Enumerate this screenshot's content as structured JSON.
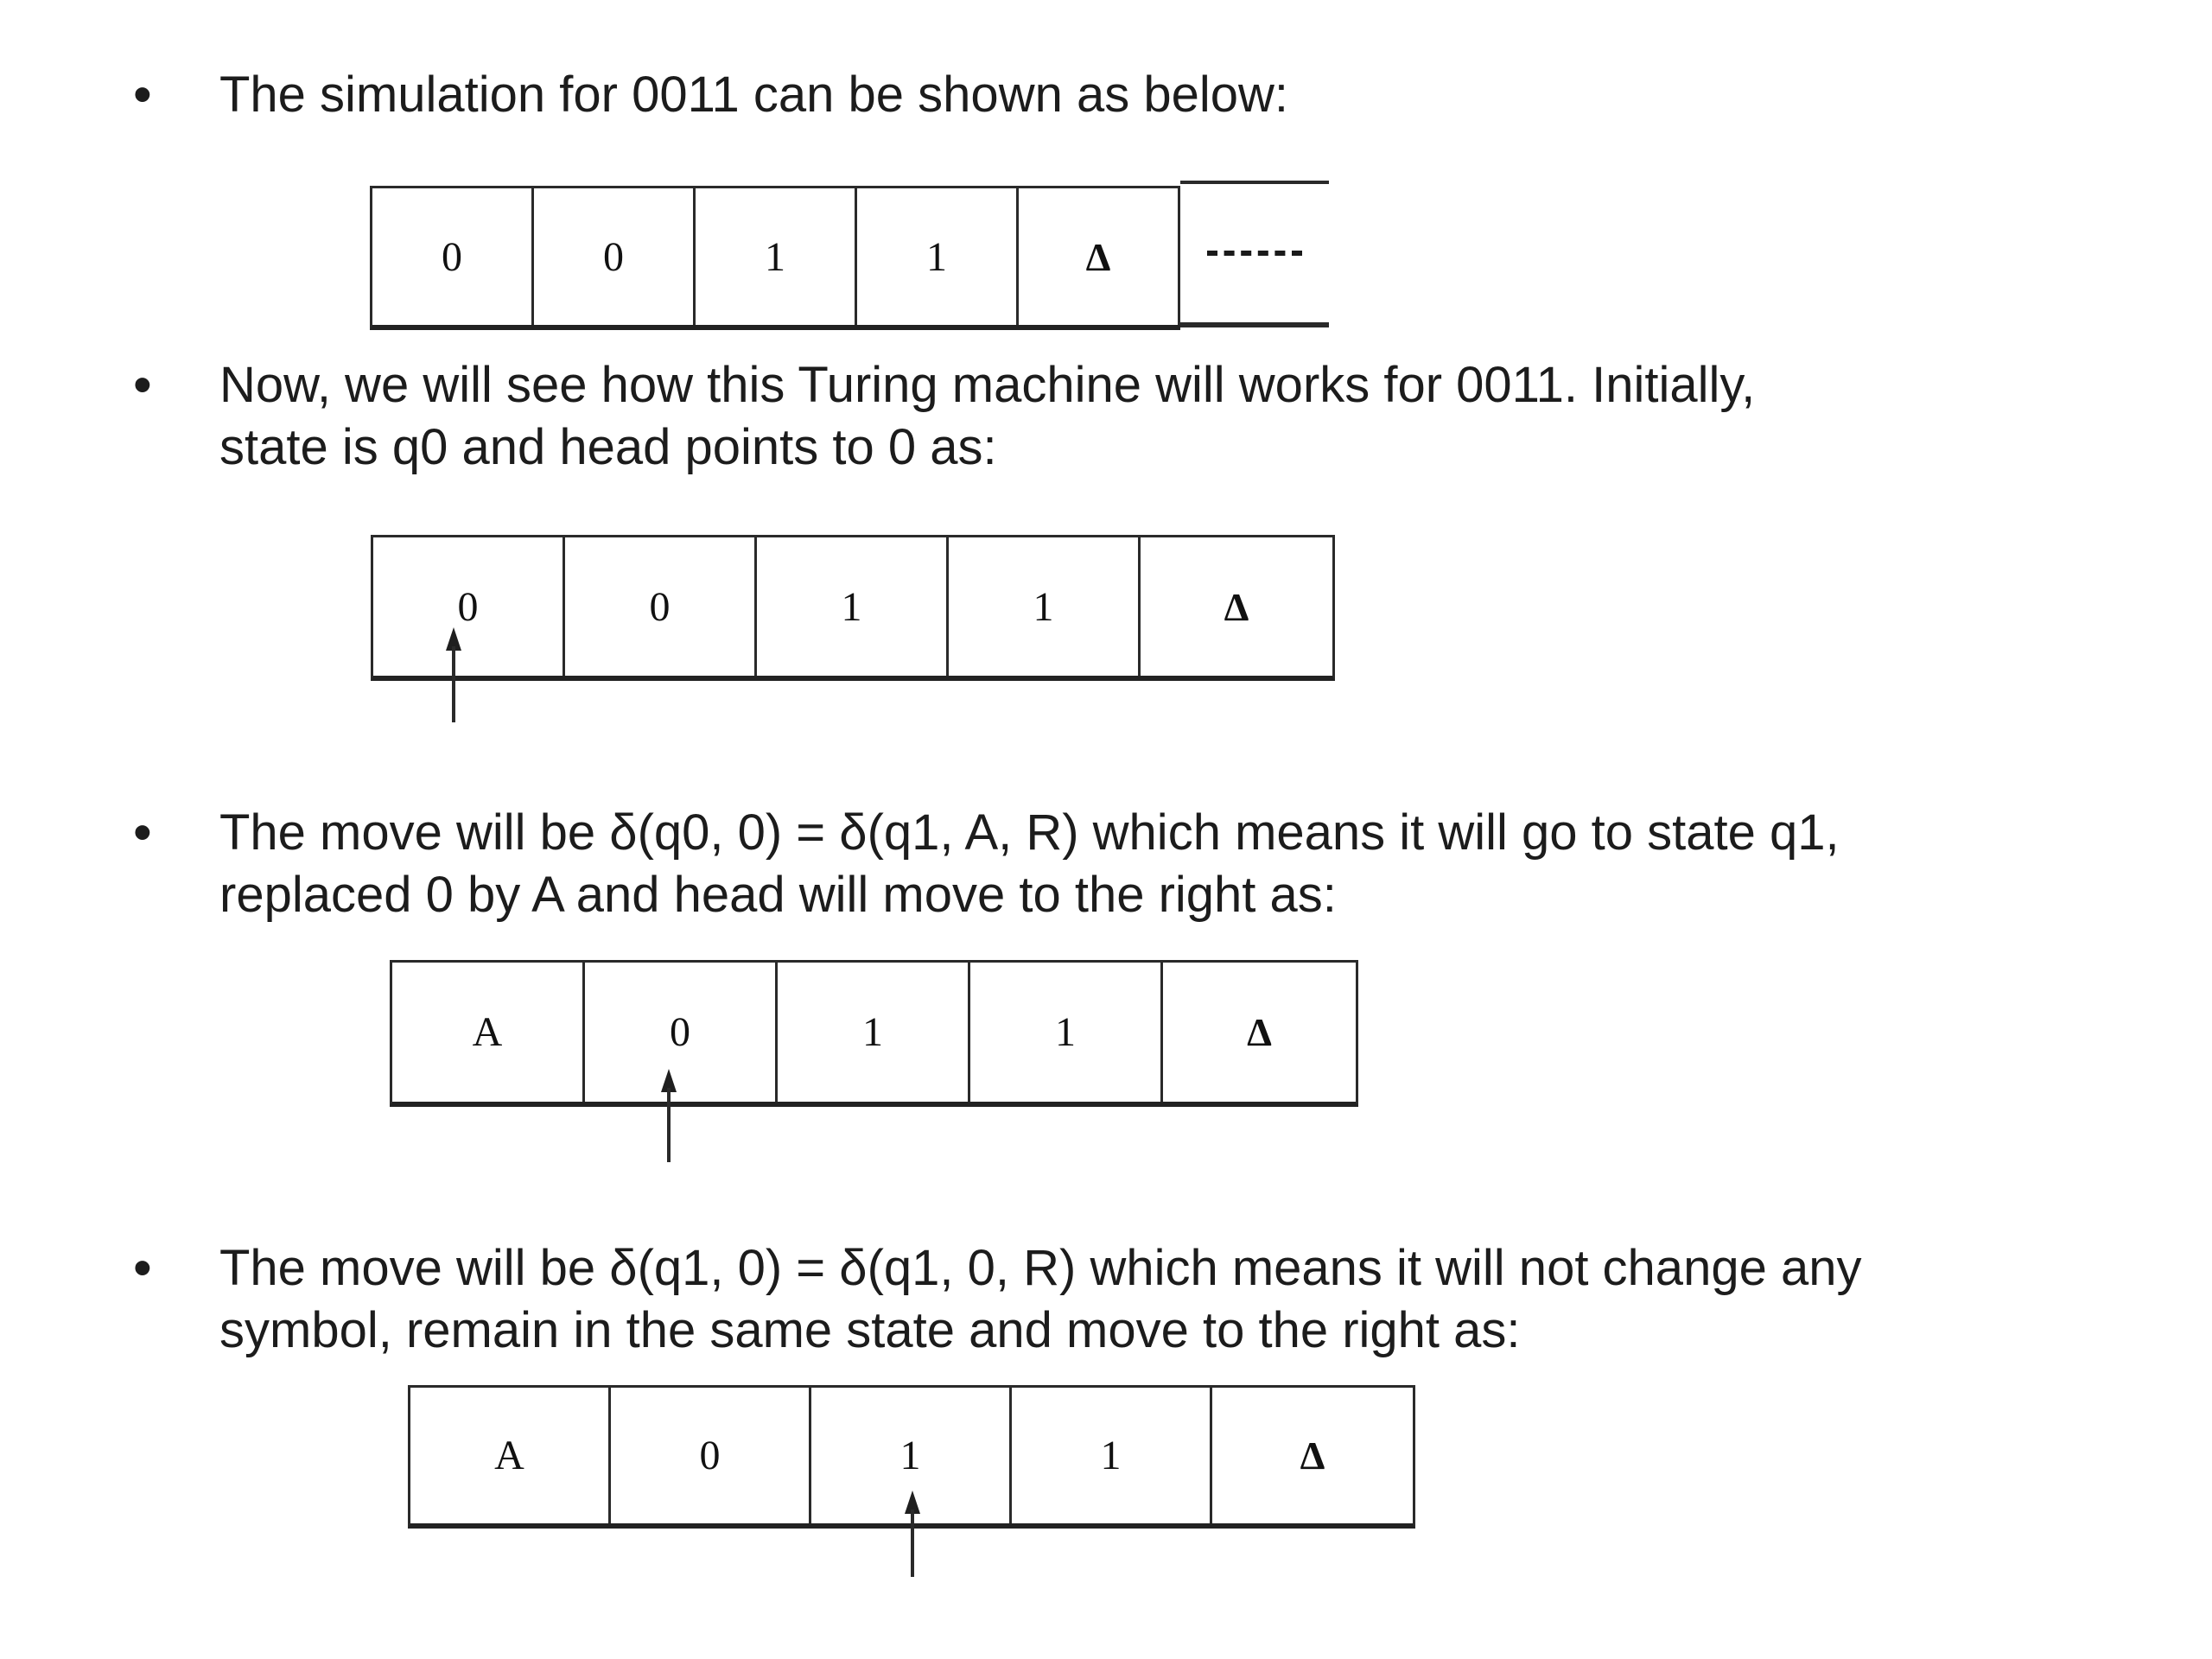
{
  "slide": {
    "colors": {
      "background": "#ffffff",
      "text": "#1c1c1c",
      "tape_border": "#2a2a2a"
    },
    "bullet_marker": "•",
    "bullets": [
      {
        "lines": [
          "The simulation for 0011 can be shown as below:"
        ]
      },
      {
        "lines": [
          "Now, we will see how this Turing machine will works for 0011. Initially,",
          "state is q0 and head points to 0 as:"
        ]
      },
      {
        "lines": [
          "The move will be δ(q0, 0) = δ(q1, A, R) which means it will go to state q1,",
          "replaced 0 by A and head will move to the right as:"
        ]
      },
      {
        "lines": [
          "The move will be δ(q1, 0) = δ(q1, 0, R) which means it will not change any",
          "symbol, remain in the same state and move to the right as:"
        ]
      }
    ],
    "tapes": [
      {
        "cells": [
          "0",
          "0",
          "1",
          "1",
          "Δ"
        ],
        "trailing_ellipsis": "-------",
        "head_cell_index": null
      },
      {
        "cells": [
          "0",
          "0",
          "1",
          "1",
          "Δ"
        ],
        "head_cell_index": 0
      },
      {
        "cells": [
          "A",
          "0",
          "1",
          "1",
          "Δ"
        ],
        "head_cell_index": 1
      },
      {
        "cells": [
          "A",
          "0",
          "1",
          "1",
          "Δ"
        ],
        "head_cell_index": 2
      }
    ],
    "icons": {
      "head_pointer": "up-arrow"
    }
  }
}
